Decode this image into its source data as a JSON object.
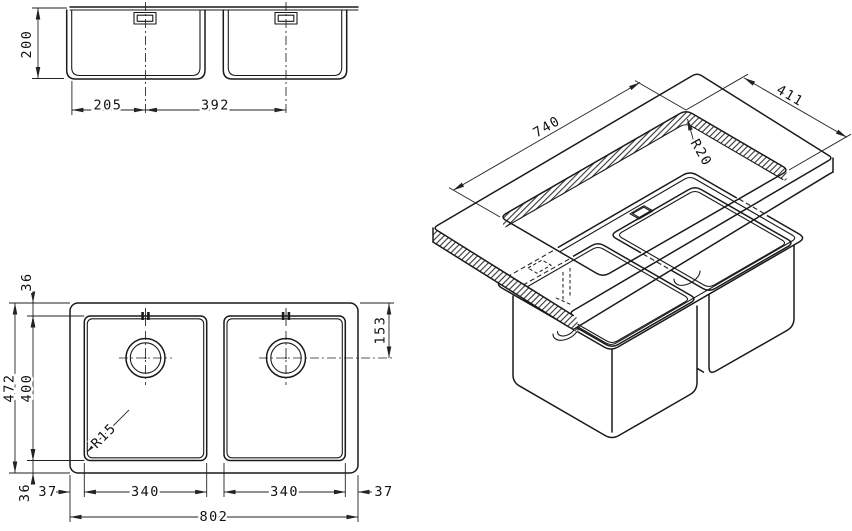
{
  "drawing": {
    "type": "technical-drawing",
    "subject": "double-bowl-undermount-sink",
    "colors": {
      "line": "#1a1a1a",
      "background": "#ffffff"
    },
    "front_view": {
      "dims": {
        "bowl_height": "200",
        "left_edge_to_drain": "205",
        "drain_spacing": "392"
      }
    },
    "plan_view": {
      "dims": {
        "margin_top": "36",
        "overall_depth": "472",
        "bowl_depth": "400",
        "margin_bottom": "36",
        "margin_left": "37",
        "bowl_left_width": "340",
        "bowl_right_width": "340",
        "margin_right": "37",
        "overall_width": "802",
        "drain_from_back": "153",
        "bowl_corner_radius": "R15"
      }
    },
    "iso_view": {
      "dims": {
        "cutout_length": "740",
        "cutout_width": "411",
        "cutout_corner_radius": "R20"
      }
    }
  }
}
